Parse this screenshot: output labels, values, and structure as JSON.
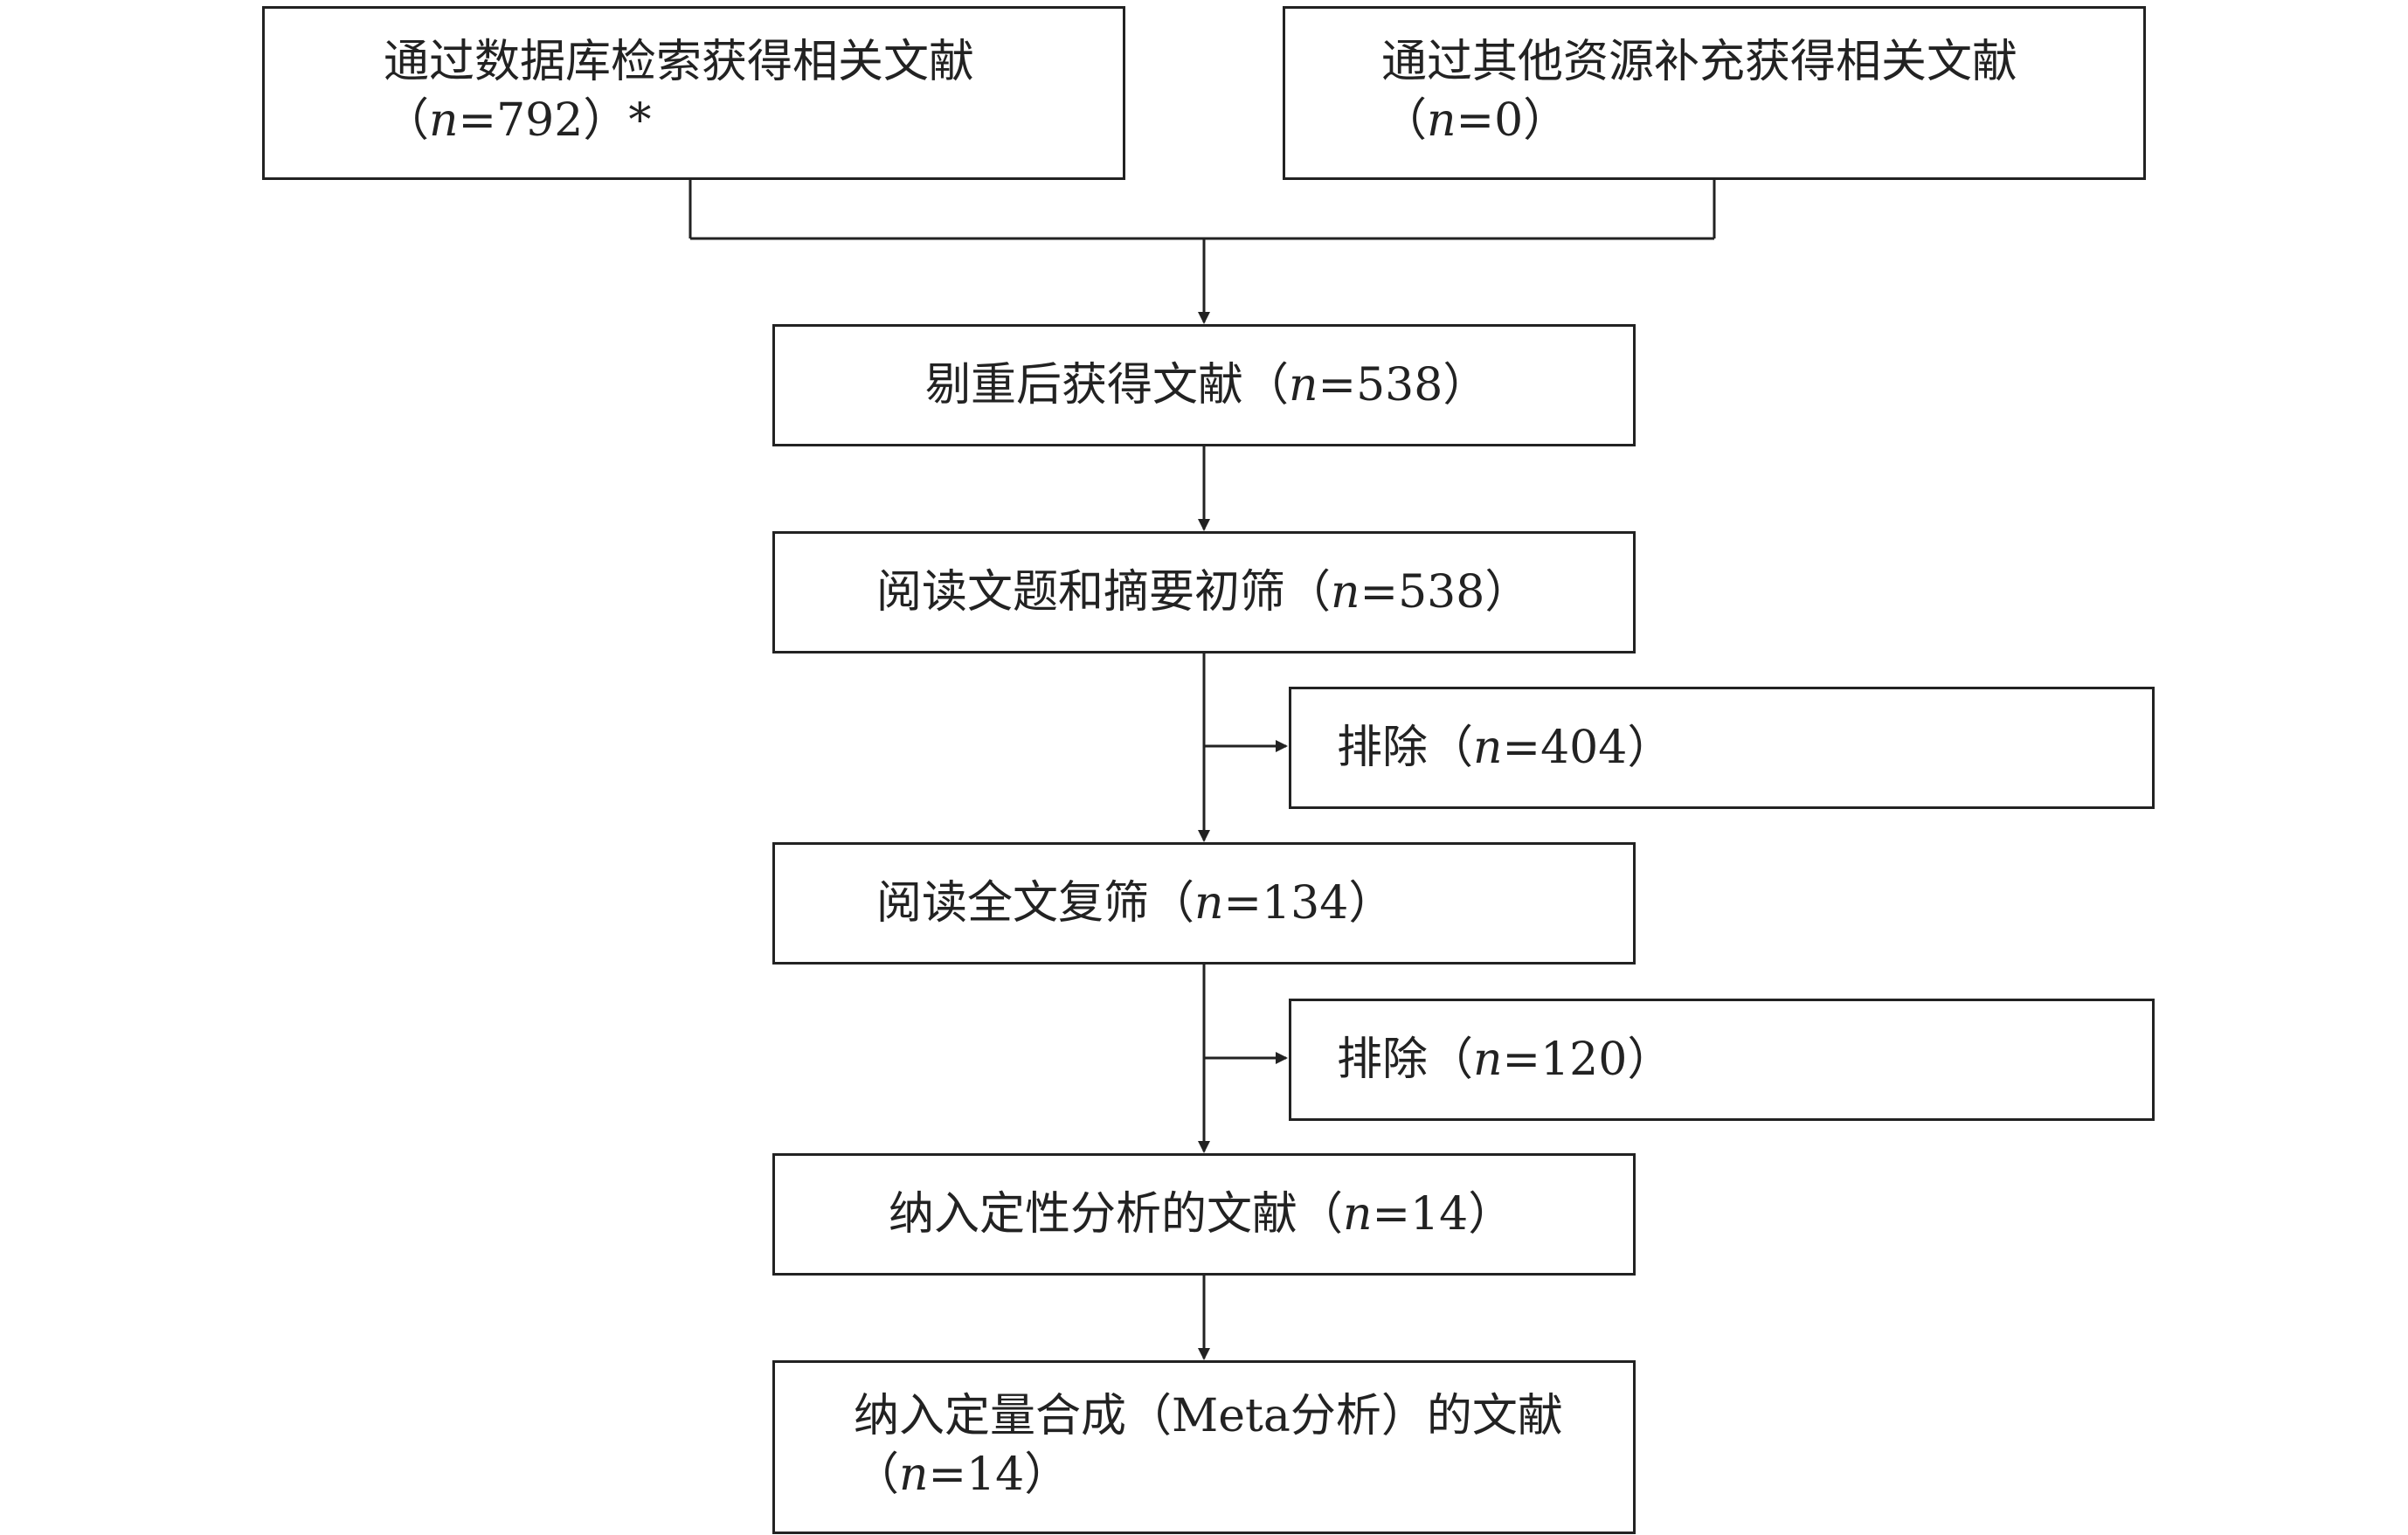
{
  "diagram": {
    "sources": {
      "database": {
        "label": "通过数据库检索获得相关文献",
        "count_prefix": "（",
        "count_var": "n",
        "count_value": "=792",
        "count_suffix": "）*"
      },
      "other": {
        "label": "通过其他资源补充获得相关文献",
        "count_prefix": "（",
        "count_var": "n",
        "count_value": "=0",
        "count_suffix": "）"
      }
    },
    "dedup": {
      "label": "剔重后获得文献（",
      "count_var": "n",
      "count_value": "=538",
      "count_suffix": "）"
    },
    "title_abstract": {
      "label": "阅读文题和摘要初筛（",
      "count_var": "n",
      "count_value": "=538",
      "count_suffix": "）"
    },
    "exclude_1": {
      "label": "排除（",
      "count_var": "n",
      "count_value": "=404",
      "count_suffix": "）"
    },
    "full_text": {
      "label": "阅读全文复筛（",
      "count_var": "n",
      "count_value": "=134",
      "count_suffix": "）"
    },
    "exclude_2": {
      "label": "排除（",
      "count_var": "n",
      "count_value": "=120",
      "count_suffix": "）"
    },
    "qualitative": {
      "label": "纳入定性分析的文献（",
      "count_var": "n",
      "count_value": "=14",
      "count_suffix": "）"
    },
    "quantitative": {
      "label": "纳入定量合成（Meta分析）的文献",
      "count_prefix": "（",
      "count_var": "n",
      "count_value": "=14",
      "count_suffix": "）"
    },
    "colors": {
      "stroke": "#222222",
      "background": "#ffffff"
    }
  }
}
